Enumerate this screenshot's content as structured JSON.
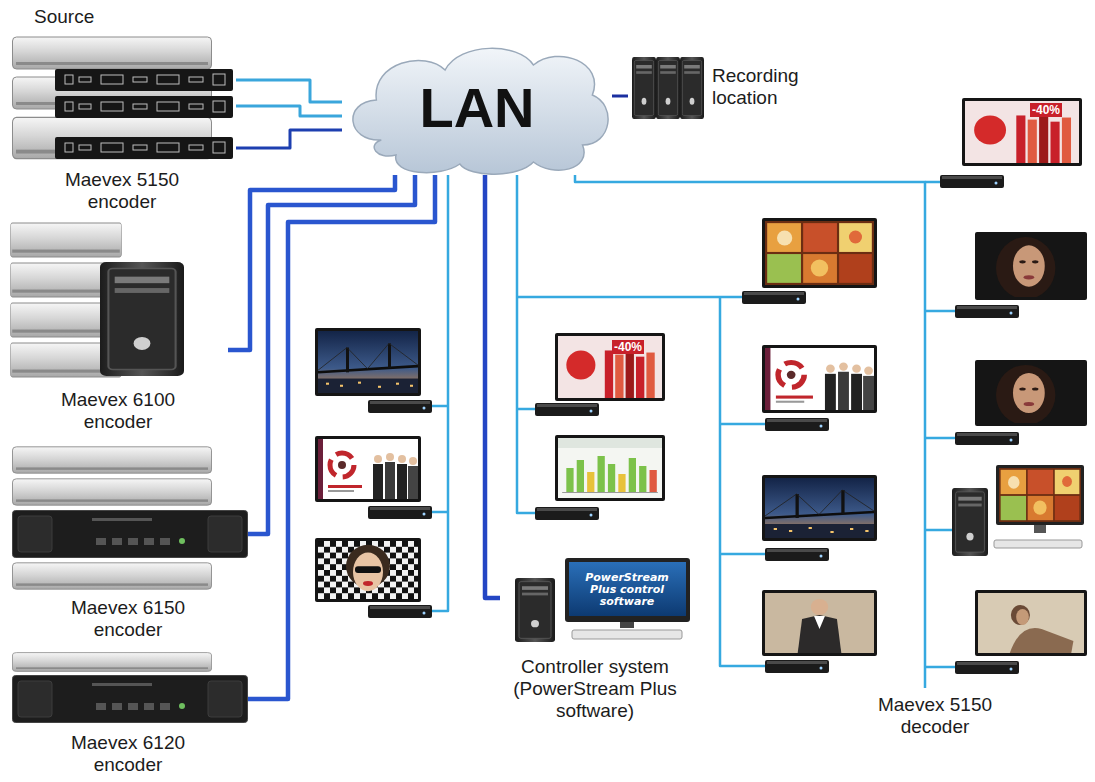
{
  "diagram": {
    "nodes": [
      {
        "text": [
          "Source",
          "Maevex 5150 encoder"
        ]
      },
      {
        "text": [
          "LAN"
        ]
      },
      {
        "text": [
          "Recording location"
        ]
      },
      {
        "text": [
          "Maevex 6100 encoder"
        ]
      },
      {
        "text": [
          "Maevex 6150 encoder"
        ]
      },
      {
        "text": [
          "Maevex 6120 encoder"
        ]
      },
      {
        "text": [
          "Controller system (PowerStream Plus software)"
        ]
      },
      {
        "text": [
          "Maevex 5150 decoder"
        ]
      }
    ],
    "edges": [
      {
        "from": 0,
        "to": 1,
        "arrow": "none"
      },
      {
        "from": 0,
        "to": 1,
        "arrow": "none"
      },
      {
        "from": 0,
        "to": 1,
        "arrow": "none"
      },
      {
        "from": 2,
        "to": 1,
        "arrow": "none"
      },
      {
        "from": 3,
        "to": 1,
        "arrow": "none"
      },
      {
        "from": 4,
        "to": 1,
        "arrow": "none"
      },
      {
        "from": 5,
        "to": 1,
        "arrow": "none"
      },
      {
        "from": 6,
        "to": 1,
        "arrow": "none"
      },
      {
        "from": 1,
        "to": 7,
        "arrow": "none"
      }
    ],
    "labels": [
      "-40%",
      "-40%",
      "PowerStream Plus control software"
    ]
  }
}
